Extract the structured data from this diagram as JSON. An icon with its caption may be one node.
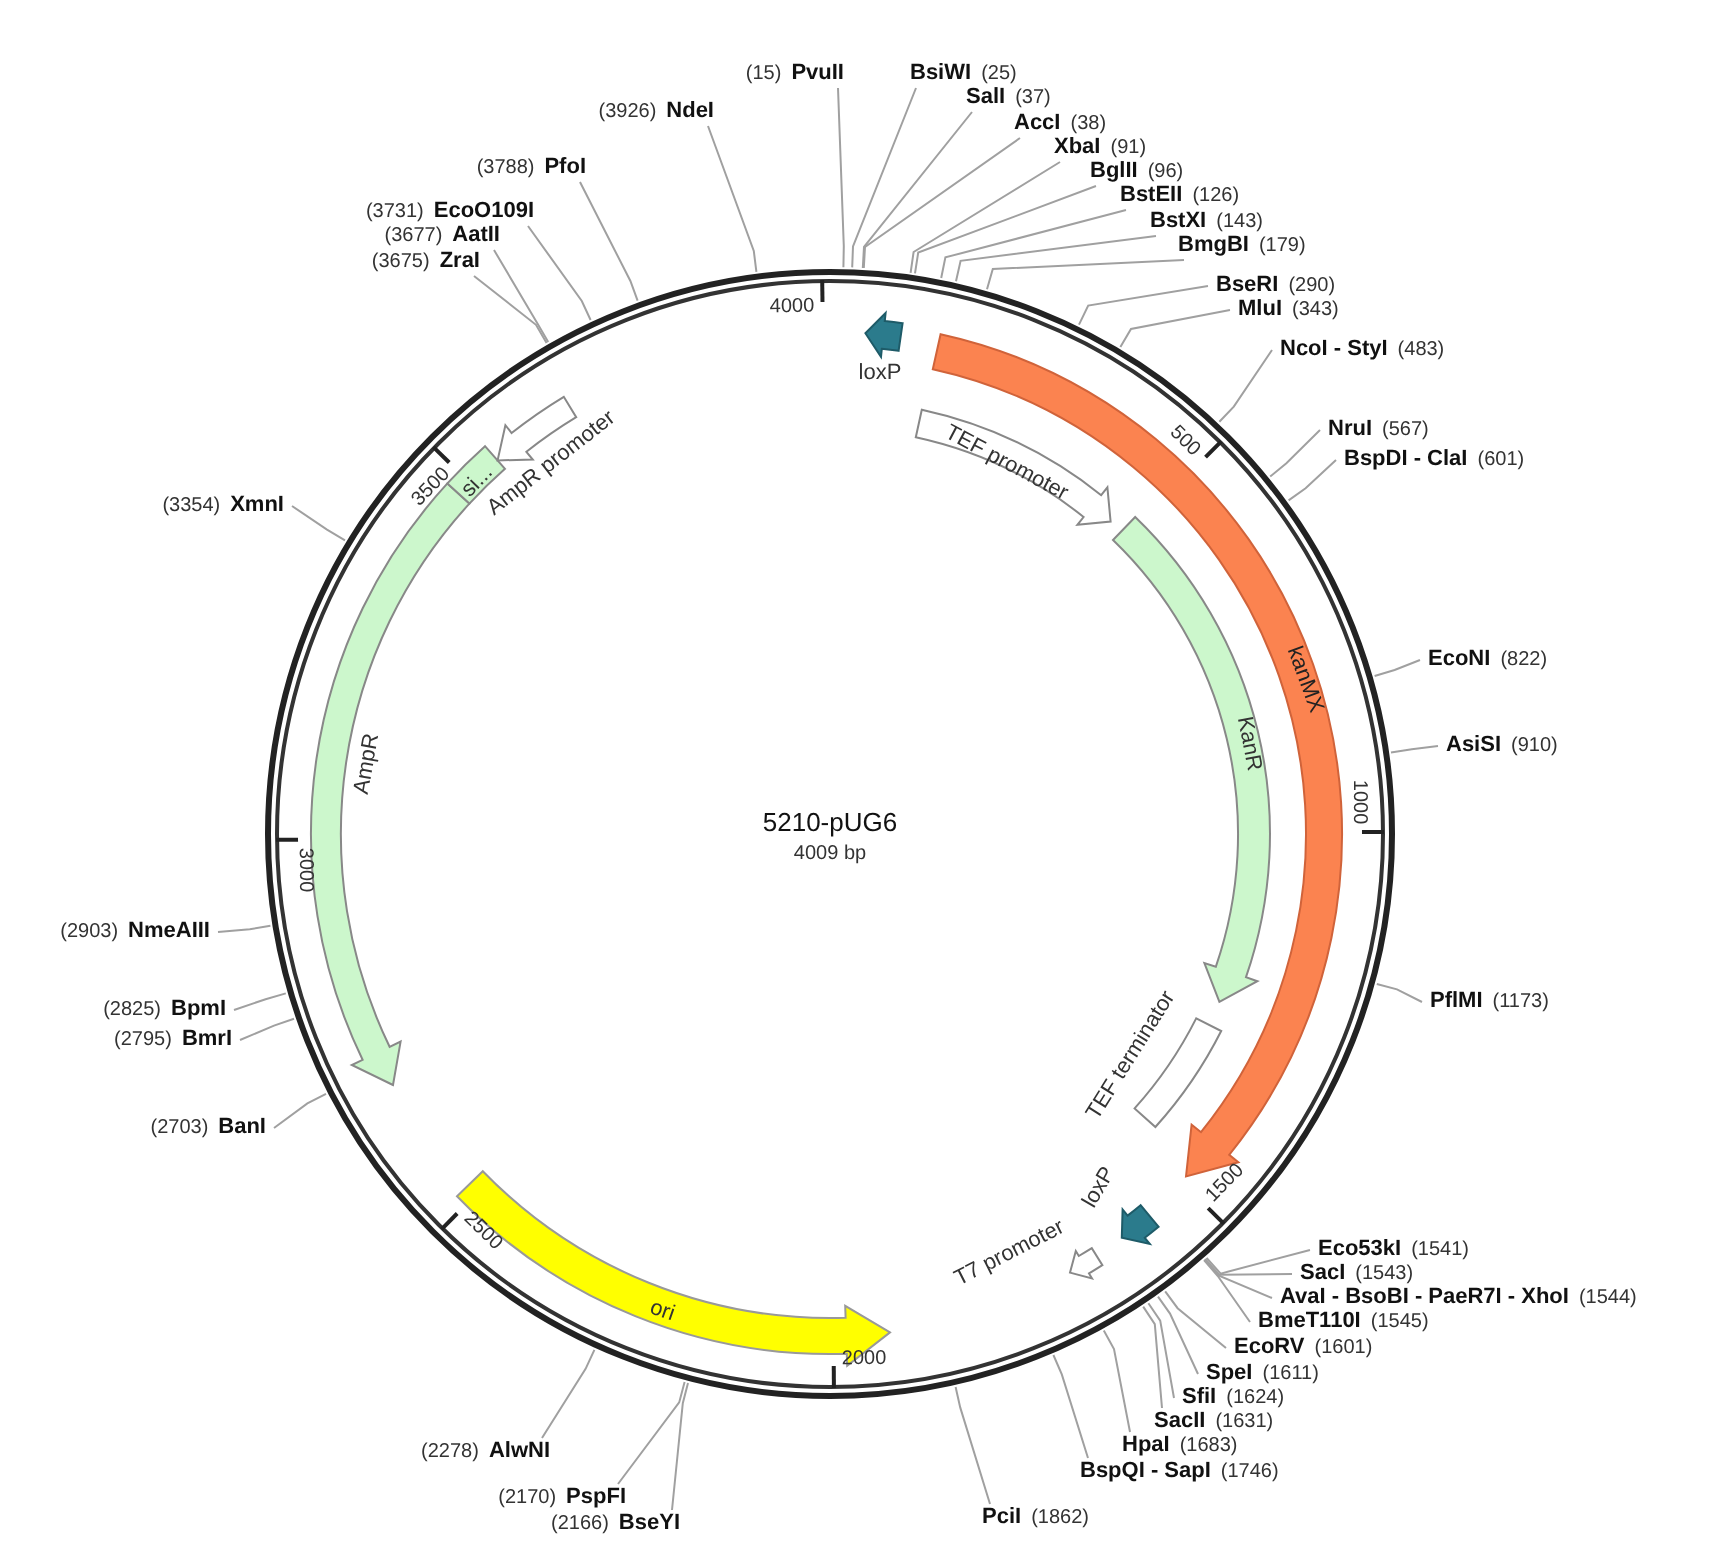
{
  "diagram": {
    "title": "5210-pUG6",
    "nodes": [
      {
        "text": [
          "(15)",
          "PvuII"
        ]
      },
      {
        "text": [
          "BsiWI",
          "(25)"
        ]
      },
      {
        "text": [
          "SalI",
          "(37)"
        ]
      },
      {
        "text": [
          "AccI",
          "(38)"
        ]
      },
      {
        "text": [
          "XbaI",
          "(91)"
        ]
      },
      {
        "text": [
          "BglII",
          "(96)"
        ]
      },
      {
        "text": [
          "BstEII",
          "(126)"
        ]
      },
      {
        "text": [
          "BstXI",
          "(143)"
        ]
      },
      {
        "text": [
          "BmgBI",
          "(179)"
        ]
      },
      {
        "text": [
          "BseRI",
          "(290)"
        ]
      },
      {
        "text": [
          "MluI",
          "(343)"
        ]
      },
      {
        "text": [
          "NcoI - StyI",
          "(483)"
        ]
      },
      {
        "text": [
          "NruI",
          "(567)"
        ]
      },
      {
        "text": [
          "BspDI - ClaI",
          "(601)"
        ]
      },
      {
        "text": [
          "EcoNI",
          "(822)"
        ]
      },
      {
        "text": [
          "AsiSI",
          "(910)"
        ]
      },
      {
        "text": [
          "PflMI",
          "(1173)"
        ]
      },
      {
        "text": [
          "Eco53kI",
          "(1541)"
        ]
      },
      {
        "text": [
          "SacI",
          "(1543)"
        ]
      },
      {
        "text": [
          "AvaI - BsoBI - PaeR7I - XhoI",
          "(1544)"
        ]
      },
      {
        "text": [
          "BmeT110I",
          "(1545)"
        ]
      },
      {
        "text": [
          "EcoRV",
          "(1601)"
        ]
      },
      {
        "text": [
          "SpeI",
          "(1611)"
        ]
      },
      {
        "text": [
          "SfiI",
          "(1624)"
        ]
      },
      {
        "text": [
          "SacII",
          "(1631)"
        ]
      },
      {
        "text": [
          "HpaI",
          "(1683)"
        ]
      },
      {
        "text": [
          "BspQI - SapI",
          "(1746)"
        ]
      },
      {
        "text": [
          "PciI",
          "(1862)"
        ]
      },
      {
        "text": [
          "(2166)",
          "BseYI"
        ]
      },
      {
        "text": [
          "(2170)",
          "PspFI"
        ]
      },
      {
        "text": [
          "(2278)",
          "AlwNI"
        ]
      },
      {
        "text": [
          "(2703)",
          "BanI"
        ]
      },
      {
        "text": [
          "(2795)",
          "BmrI"
        ]
      },
      {
        "text": [
          "(2825)",
          "BpmI"
        ]
      },
      {
        "text": [
          "(2903)",
          "NmeAIII"
        ]
      },
      {
        "text": [
          "(3354)",
          "XmnI"
        ]
      },
      {
        "text": [
          "(3675)",
          "ZraI"
        ]
      },
      {
        "text": [
          "(3677)",
          "AatII"
        ]
      },
      {
        "text": [
          "(3731)",
          "EcoO109I"
        ]
      },
      {
        "text": [
          "(3788)",
          "PfoI"
        ]
      },
      {
        "text": [
          "(3926)",
          "NdeI"
        ]
      },
      {
        "text": [
          "loxP"
        ]
      },
      {
        "text": [
          "kanMX"
        ]
      },
      {
        "text": [
          "TEF promoter"
        ]
      },
      {
        "text": [
          "KanR"
        ]
      },
      {
        "text": [
          "TEF terminator"
        ]
      },
      {
        "text": [
          "loxP"
        ]
      },
      {
        "text": [
          "T7 promoter"
        ]
      },
      {
        "text": [
          "ori"
        ]
      },
      {
        "text": [
          "AmpR"
        ]
      },
      {
        "text": [
          "si..."
        ]
      },
      {
        "text": [
          "AmpR promoter"
        ]
      }
    ],
    "edges": [
      {
        "from": 0,
        "to": null,
        "arrow": "none"
      },
      {
        "from": 1,
        "to": null,
        "arrow": "none"
      },
      {
        "from": 2,
        "to": null,
        "arrow": "none"
      },
      {
        "from": 3,
        "to": null,
        "arrow": "none"
      },
      {
        "from": 4,
        "to": null,
        "arrow": "none"
      },
      {
        "from": 5,
        "to": null,
        "arrow": "none"
      },
      {
        "from": 6,
        "to": null,
        "arrow": "none"
      },
      {
        "from": 7,
        "to": null,
        "arrow": "none"
      },
      {
        "from": 8,
        "to": null,
        "arrow": "none"
      },
      {
        "from": 9,
        "to": null,
        "arrow": "none"
      },
      {
        "from": 10,
        "to": null,
        "arrow": "none"
      },
      {
        "from": 11,
        "to": null,
        "arrow": "none"
      },
      {
        "from": 12,
        "to": null,
        "arrow": "none"
      },
      {
        "from": 13,
        "to": null,
        "arrow": "none"
      },
      {
        "from": 14,
        "to": null,
        "arrow": "none"
      },
      {
        "from": 15,
        "to": null,
        "arrow": "none"
      },
      {
        "from": 16,
        "to": null,
        "arrow": "none"
      },
      {
        "from": 17,
        "to": null,
        "arrow": "none"
      },
      {
        "from": 18,
        "to": null,
        "arrow": "none"
      },
      {
        "from": 19,
        "to": null,
        "arrow": "none"
      },
      {
        "from": 20,
        "to": null,
        "arrow": "none"
      },
      {
        "from": 21,
        "to": null,
        "arrow": "none"
      },
      {
        "from": 22,
        "to": null,
        "arrow": "none"
      },
      {
        "from": 23,
        "to": null,
        "arrow": "none"
      },
      {
        "from": 24,
        "to": null,
        "arrow": "none"
      },
      {
        "from": 25,
        "to": null,
        "arrow": "none"
      },
      {
        "from": 26,
        "to": null,
        "arrow": "none"
      },
      {
        "from": 27,
        "to": null,
        "arrow": "none"
      },
      {
        "from": 28,
        "to": null,
        "arrow": "none"
      },
      {
        "from": 29,
        "to": null,
        "arrow": "none"
      },
      {
        "from": 30,
        "to": null,
        "arrow": "none"
      },
      {
        "from": 31,
        "to": null,
        "arrow": "none"
      },
      {
        "from": 32,
        "to": null,
        "arrow": "none"
      },
      {
        "from": 33,
        "to": null,
        "arrow": "none"
      },
      {
        "from": 34,
        "to": null,
        "arrow": "none"
      },
      {
        "from": 35,
        "to": null,
        "arrow": "none"
      },
      {
        "from": 36,
        "to": null,
        "arrow": "none"
      },
      {
        "from": 37,
        "to": null,
        "arrow": "none"
      },
      {
        "from": 38,
        "to": null,
        "arrow": "none"
      },
      {
        "from": 39,
        "to": null,
        "arrow": "none"
      },
      {
        "from": 40,
        "to": null,
        "arrow": "none"
      }
    ],
    "labels": [
      "4000",
      "500",
      "1000",
      "1500",
      "2000",
      "2500",
      "3000",
      "3500",
      "4009 bp"
    ]
  }
}
